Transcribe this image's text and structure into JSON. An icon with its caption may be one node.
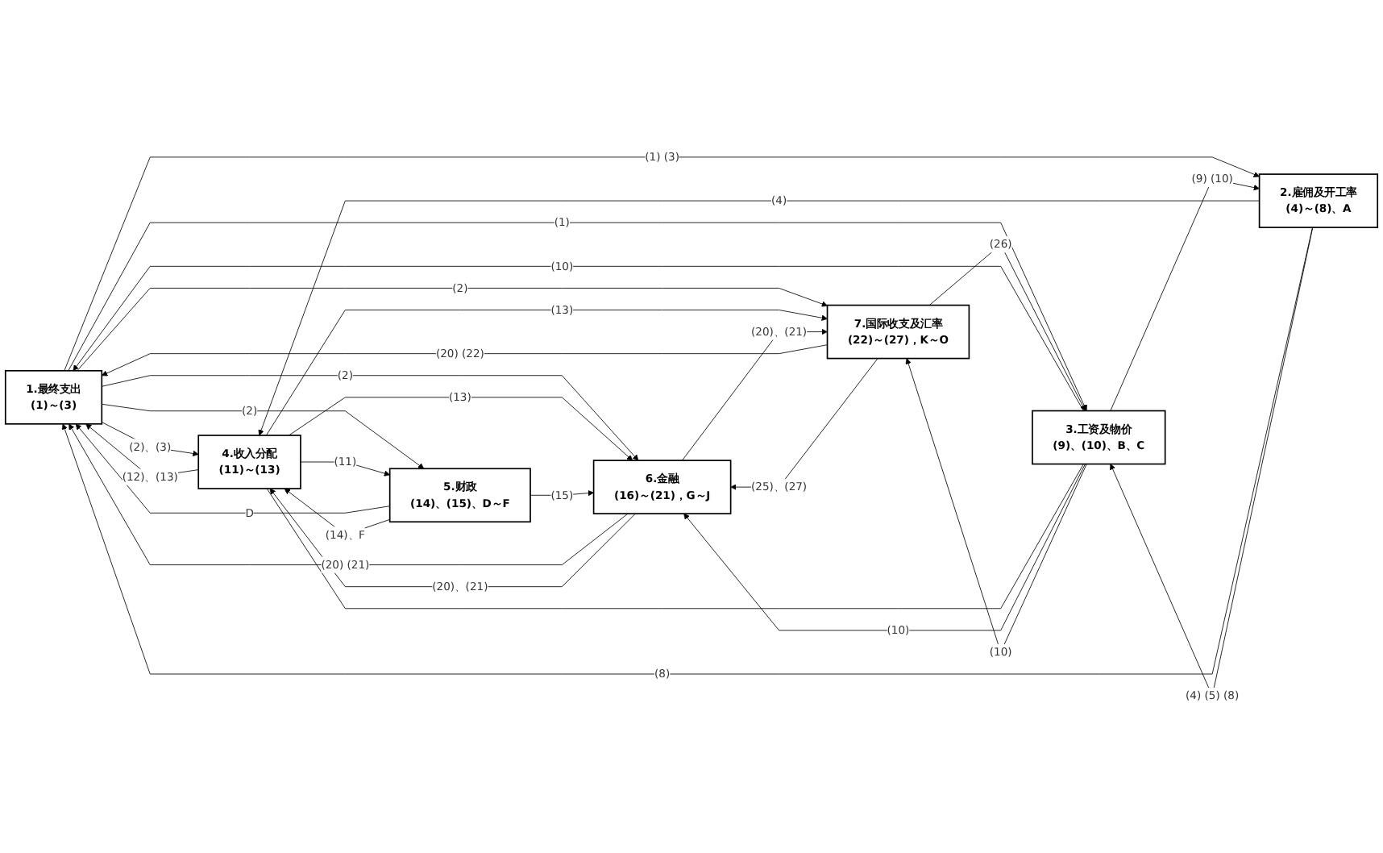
{
  "diagram": {
    "nodes": [
      {
        "text": [
          "1.最终支出",
          "(1)～(3)"
        ]
      },
      {
        "text": [
          "2.雇佣及开工率",
          "(4)～(8)、A"
        ]
      },
      {
        "text": [
          "3.工资及物价",
          "(9)、(10)、B、C"
        ]
      },
      {
        "text": [
          "4.收入分配",
          "(11)～(13)"
        ]
      },
      {
        "text": [
          "5.财政",
          "(14)、(15)、D～F"
        ]
      },
      {
        "text": [
          "6.金融",
          "(16)～(21)，G～J"
        ]
      },
      {
        "text": [
          "7.国际收支及汇率",
          "(22)～(27)，K～O"
        ]
      }
    ],
    "edges": [
      {
        "from": 0,
        "to": 3,
        "arrow": "to",
        "label": "(2)、(3)"
      },
      {
        "from": 3,
        "to": 0,
        "arrow": "to",
        "label": "(12)、(13)"
      },
      {
        "from": 0,
        "to": 2,
        "arrow": "to",
        "label": "(1)"
      },
      {
        "from": 2,
        "to": 0,
        "arrow": "to",
        "label": "(10)"
      },
      {
        "from": 1,
        "to": 3,
        "arrow": "to",
        "label": "(4)"
      },
      {
        "from": 0,
        "to": 1,
        "arrow": "to",
        "label": "(1) (3)"
      },
      {
        "from": 1,
        "to": 0,
        "arrow": "to",
        "label": "(8)"
      },
      {
        "from": 2,
        "to": 1,
        "arrow": "to",
        "label": "(9) (10)"
      },
      {
        "from": 1,
        "to": 2,
        "arrow": "to",
        "label": "(4) (5) (8)"
      },
      {
        "from": 2,
        "to": 3,
        "arrow": "none"
      },
      {
        "from": 0,
        "to": 4,
        "arrow": "to",
        "label": "(2)"
      },
      {
        "from": 4,
        "to": 0,
        "arrow": "to",
        "label": "D"
      },
      {
        "from": 3,
        "to": 4,
        "arrow": "to",
        "label": "(11)"
      },
      {
        "from": 4,
        "to": 3,
        "arrow": "to",
        "label": "(14)、F"
      },
      {
        "from": 0,
        "to": 5,
        "arrow": "to",
        "label": "(2)"
      },
      {
        "from": 5,
        "to": 0,
        "arrow": "to",
        "label": "(20) (21)"
      },
      {
        "from": 0,
        "to": 6,
        "arrow": "to",
        "label": "(2)"
      },
      {
        "from": 6,
        "to": 0,
        "arrow": "to",
        "label": "(20) (22)"
      },
      {
        "from": 2,
        "to": 5,
        "arrow": "to",
        "label": "(10)"
      },
      {
        "from": 3,
        "to": 5,
        "arrow": "to",
        "label": "(13)"
      },
      {
        "from": 5,
        "to": 3,
        "arrow": "to",
        "label": "(20)、(21)"
      },
      {
        "from": 2,
        "to": 6,
        "arrow": "to",
        "label": "(10)"
      },
      {
        "from": 6,
        "to": 2,
        "arrow": "to",
        "label": "(26)"
      },
      {
        "from": 3,
        "to": 6,
        "arrow": "to",
        "label": "(13)"
      },
      {
        "from": 4,
        "to": 5,
        "arrow": "to",
        "label": "(15)"
      },
      {
        "from": 6,
        "to": 5,
        "arrow": "to",
        "label": "(25)、(27)"
      },
      {
        "from": 5,
        "to": 6,
        "arrow": "to",
        "label": "(20)、(21)"
      }
    ]
  }
}
